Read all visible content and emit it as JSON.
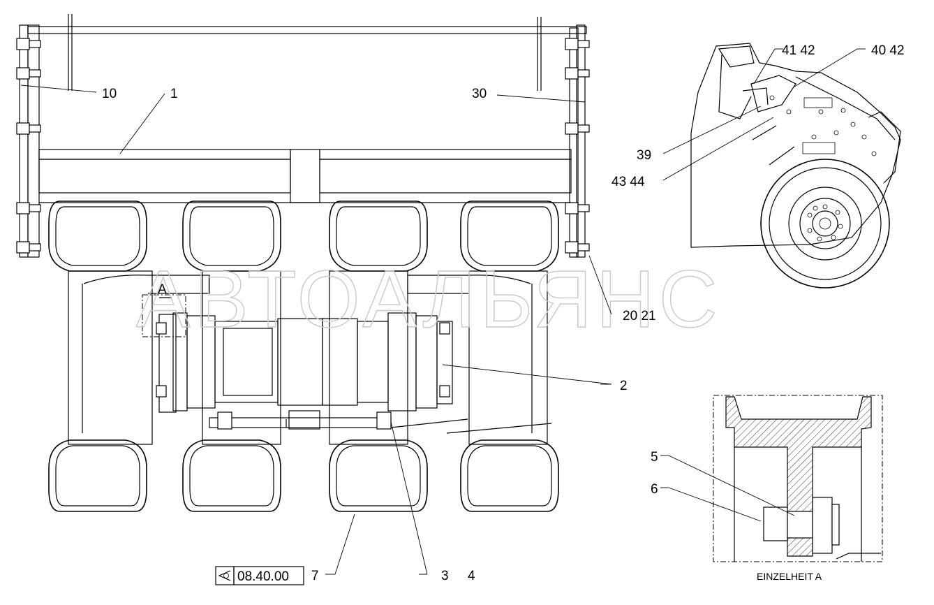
{
  "watermark": "АВТОАЛЬЯНС",
  "callouts": {
    "c1": "1",
    "c2": "2",
    "c3": "3",
    "c4": "4",
    "c5": "5",
    "c6": "6",
    "c7": "7",
    "c10": "10",
    "c30": "30",
    "c20_21": "20  21",
    "c39": "39",
    "c41_42": "41  42",
    "c40_42": "40  42",
    "c43_44": "43  44"
  },
  "detail_marker": "A",
  "detail_caption": "EINZELHEIT A",
  "reference": {
    "icon": "eye-view-icon",
    "code": "08.40.00"
  }
}
